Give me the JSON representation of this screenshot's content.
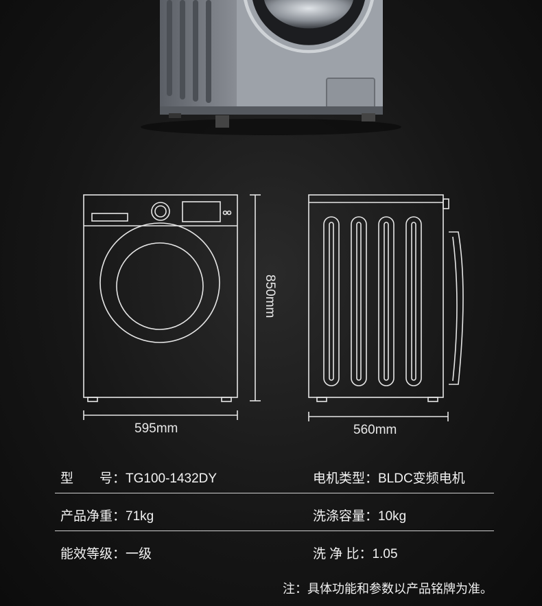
{
  "dimensions": {
    "width": "595mm",
    "depth": "560mm",
    "height": "850mm"
  },
  "specs": [
    {
      "left": "型　　号：TG100-1432DY",
      "right": "电机类型：BLDC变频电机"
    },
    {
      "left": "产品净重：71kg",
      "right": "洗涤容量：10kg"
    },
    {
      "left": "能效等级：一级",
      "right": "洗 净 比：1.05"
    }
  ],
  "note": "注：具体功能和参数以产品铭牌为准。"
}
